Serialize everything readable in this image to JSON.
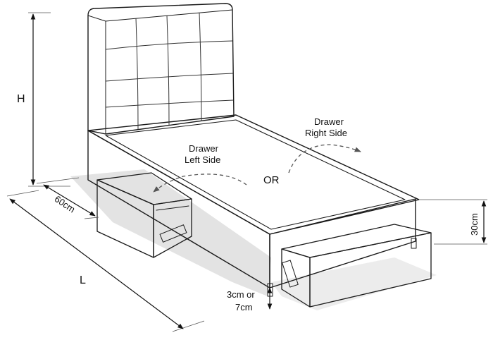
{
  "labels": {
    "height": "H",
    "depth": "60cm",
    "length": "L",
    "base_height": "30cm",
    "leg_height_line1": "3cm or",
    "leg_height_line2": "7cm",
    "drawer_left_line1": "Drawer",
    "drawer_left_line2": "Left Side",
    "drawer_right_line1": "Drawer",
    "drawer_right_line2": "Right Side",
    "or": "OR"
  }
}
